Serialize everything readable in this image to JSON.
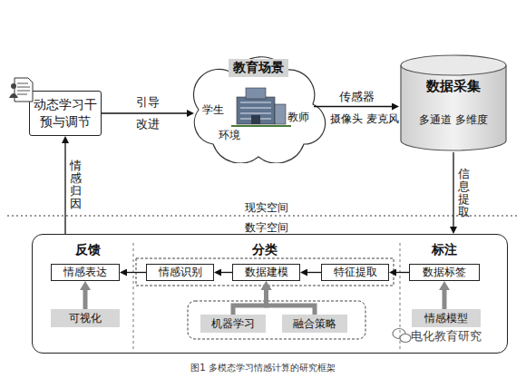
{
  "diagram": {
    "caption": "图1 多模态学习情感计算的研究框架",
    "nodes": [
      {
        "text": [
          "动态学习干预与调节"
        ]
      },
      {
        "text": [
          "教育场景",
          "学生",
          "环境",
          "教师"
        ]
      },
      {
        "text": [
          "数据采集",
          "多通道 多维度"
        ]
      },
      {
        "text": [
          "反馈",
          "分类",
          "标注"
        ]
      },
      {
        "text": [
          "情感表达"
        ],
        "in": 3
      },
      {
        "text": [
          "可视化"
        ],
        "in": 3
      },
      {
        "text": [
          "情感识别"
        ],
        "in": 3
      },
      {
        "text": [
          "数据建模"
        ],
        "in": 3
      },
      {
        "text": [
          "特征提取"
        ],
        "in": 3
      },
      {
        "text": [
          "机器学习"
        ],
        "in": 3
      },
      {
        "text": [
          "融合策略"
        ],
        "in": 3
      },
      {
        "text": [
          "数据标签"
        ],
        "in": 3
      },
      {
        "text": [
          "情感模型"
        ],
        "in": 3
      }
    ],
    "edges": [
      {
        "from": 0,
        "to": 1,
        "arrow": "to",
        "label": "引导 改进"
      },
      {
        "from": 1,
        "to": 2,
        "arrow": "to",
        "label": "传感器"
      },
      {
        "from": 2,
        "to": 3,
        "arrow": "to",
        "label": "信息提取"
      },
      {
        "from": 3,
        "to": 0,
        "arrow": "to",
        "label": "情感归因"
      },
      {
        "from": 5,
        "to": 4,
        "arrow": "to"
      },
      {
        "from": 6,
        "to": 4,
        "arrow": "to"
      },
      {
        "from": 7,
        "to": 6,
        "arrow": "to"
      },
      {
        "from": 8,
        "to": 7,
        "arrow": "to"
      },
      {
        "from": 11,
        "to": 8,
        "arrow": "to"
      },
      {
        "from": 9,
        "to": 7,
        "arrow": "to"
      },
      {
        "from": 10,
        "to": 7,
        "arrow": "to"
      },
      {
        "from": 12,
        "to": 11,
        "arrow": "to"
      }
    ],
    "labels": [
      "摄像头 麦克风",
      "现实空间",
      "数字空间",
      "电化教育研究"
    ]
  }
}
